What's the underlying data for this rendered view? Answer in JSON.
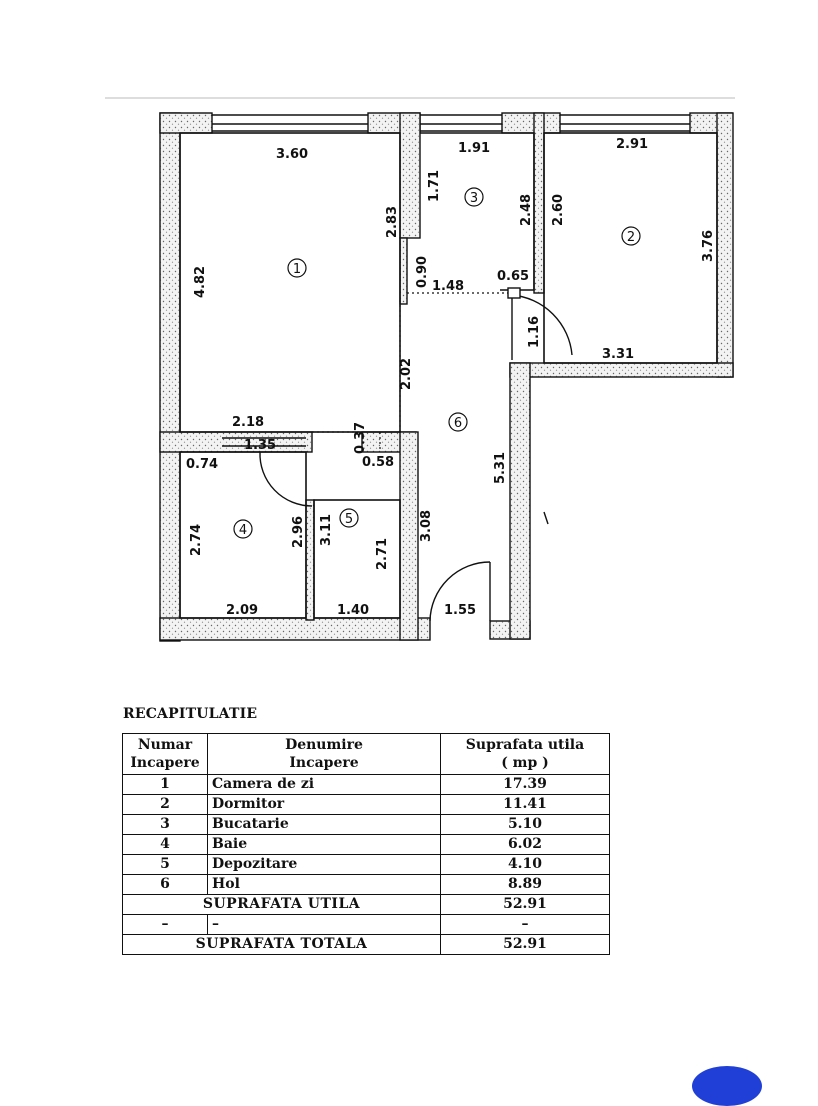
{
  "plan": {
    "room_numbers": [
      "1",
      "2",
      "3",
      "4",
      "5",
      "6"
    ],
    "dimensions": {
      "r1_top": "3.60",
      "r1_left": "4.82",
      "r1_right": "2.83",
      "r1_bottom": "2.18",
      "r3_left": "1.71",
      "r3_top": "1.91",
      "r3_right": "2.48",
      "r2_left": "2.60",
      "r2_top": "2.91",
      "r2_right": "3.76",
      "r2_bottom": "3.31",
      "door_a": "0.90",
      "hol_top": "1.48",
      "hol_small": "0.65",
      "door_r2": "1.16",
      "hol_left": "2.02",
      "hol_right": "5.31",
      "r4_top_left": "0.74",
      "r4_door": "1.35",
      "r5_wall": "0.37",
      "r5_top": "0.58",
      "r4_left": "2.74",
      "r4_right": "2.96",
      "r5_left": "3.11",
      "r5_right": "2.71",
      "hol_wall": "3.08",
      "r4_bottom": "2.09",
      "r5_bottom": "1.40",
      "entry": "1.55"
    },
    "colors": {
      "ink": "#111111",
      "wall_fill": "#f2f2f2"
    }
  },
  "recap": {
    "title": "RECAPITULATIE",
    "headers": {
      "num_line1": "Numar",
      "num_line2": "Incapere",
      "name_line1": "Denumire",
      "name_line2": "Incapere",
      "area_line1": "Suprafata utila",
      "area_line2": "( mp )"
    },
    "rows": [
      {
        "num": "1",
        "name": "Camera de zi",
        "area": "17.39"
      },
      {
        "num": "2",
        "name": "Dormitor",
        "area": "11.41"
      },
      {
        "num": "3",
        "name": "Bucatarie",
        "area": "5.10"
      },
      {
        "num": "4",
        "name": "Baie",
        "area": "6.02"
      },
      {
        "num": "5",
        "name": "Depozitare",
        "area": "4.10"
      },
      {
        "num": "6",
        "name": "Hol",
        "area": "8.89"
      }
    ],
    "useful_label": "SUPRAFATA UTILA",
    "useful_value": "52.91",
    "dash_num": "–",
    "dash_name": "–",
    "dash_area": "–",
    "total_label": "SUPRAFATA TOTALA",
    "total_value": "52.91"
  }
}
